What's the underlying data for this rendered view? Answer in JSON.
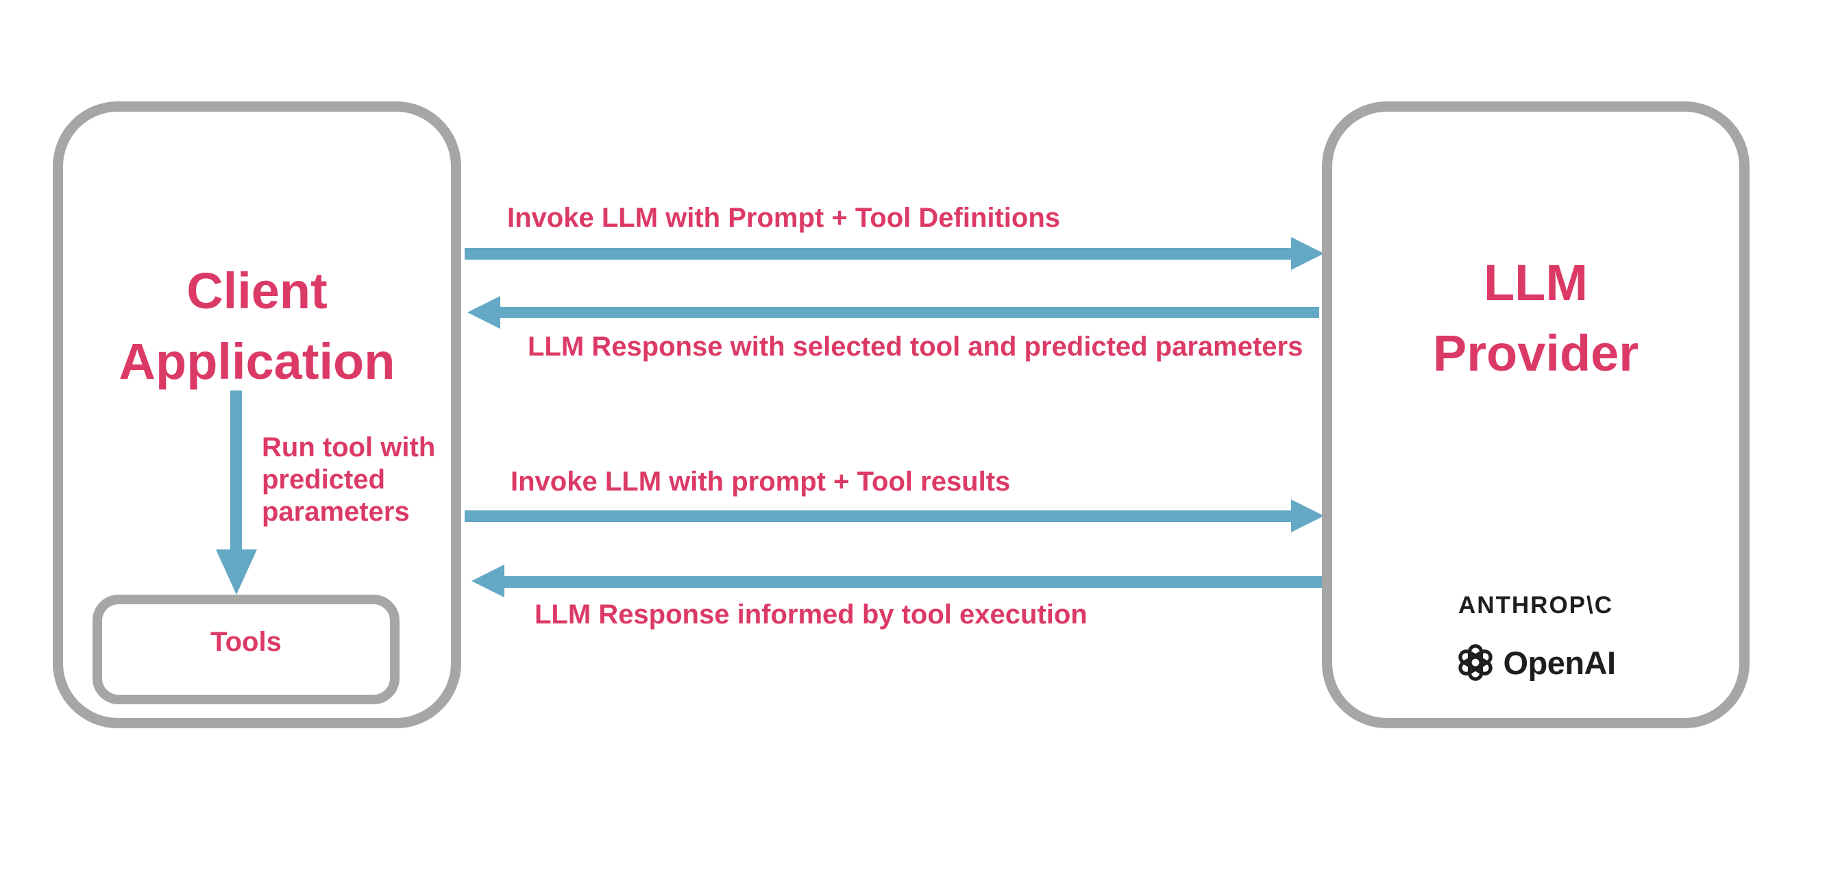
{
  "theme": {
    "background": "#ffffff",
    "pink": "#dc3a66",
    "blue": "#63a8c4",
    "gray_border": "#a6a6a6",
    "ink": "#1e1e1c"
  },
  "client_box": {
    "title_line1": "Client",
    "title_line2": "Application",
    "run_tool_label_lines": [
      "Run tool with",
      "predicted",
      "parameters"
    ],
    "tools_label": "Tools"
  },
  "llm_box": {
    "title_line1": "LLM",
    "title_line2": "Provider",
    "anthropic_wordmark": "ANTHROP\\C",
    "openai_icon": "openai-blossom-icon",
    "openai_wordmark": "OpenAI"
  },
  "flows": [
    {
      "direction": "right",
      "label": "Invoke LLM with Prompt + Tool Definitions"
    },
    {
      "direction": "left",
      "label": "LLM Response with selected tool and predicted parameters"
    },
    {
      "direction": "right",
      "label": "Invoke LLM with prompt + Tool results"
    },
    {
      "direction": "left",
      "label": "LLM Response informed by tool execution"
    }
  ]
}
